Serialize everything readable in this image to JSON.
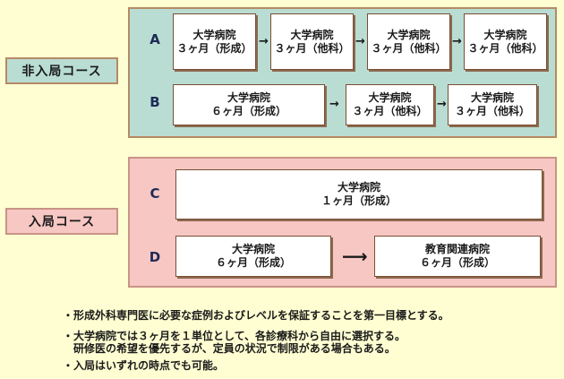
{
  "courses": {
    "non_irikyoku": "非入局コース",
    "irikyoku": "入局コース"
  },
  "rows": {
    "A": {
      "letter": "A",
      "boxes": [
        {
          "line1": "大学病院",
          "line2": "３ヶ月（形成）"
        },
        {
          "line1": "大学病院",
          "line2": "３ヶ月（他科）"
        },
        {
          "line1": "大学病院",
          "line2": "３ヶ月（他科）"
        },
        {
          "line1": "大学病院",
          "line2": "３ヶ月（他科）"
        }
      ]
    },
    "B": {
      "letter": "B",
      "boxes": [
        {
          "line1": "大学病院",
          "line2": "６ヶ月（形成）"
        },
        {
          "line1": "大学病院",
          "line2": "３ヶ月（他科）"
        },
        {
          "line1": "大学病院",
          "line2": "３ヶ月（他科）"
        }
      ]
    },
    "C": {
      "letter": "C",
      "boxes": [
        {
          "line1": "大学病院",
          "line2": "１ヶ月（形成）"
        }
      ]
    },
    "D": {
      "letter": "D",
      "boxes": [
        {
          "line1": "大学病院",
          "line2": "６ヶ月（形成）"
        },
        {
          "line1": "教育関連病院",
          "line2": "６ヶ月（形成）"
        }
      ]
    }
  },
  "arrows": {
    "small": "→",
    "big": "⟶"
  },
  "notes": [
    "・形成外科専門医に必要な症例およびレベルを保証することを第一目標とする。",
    "・大学病院では３ヶ月を１単位として、各診療科から自由に選択する。",
    "　研修医の希望を優先するが、定員の状況で制限がある場合もある。",
    "・入局はいずれの時点でも可能。"
  ]
}
